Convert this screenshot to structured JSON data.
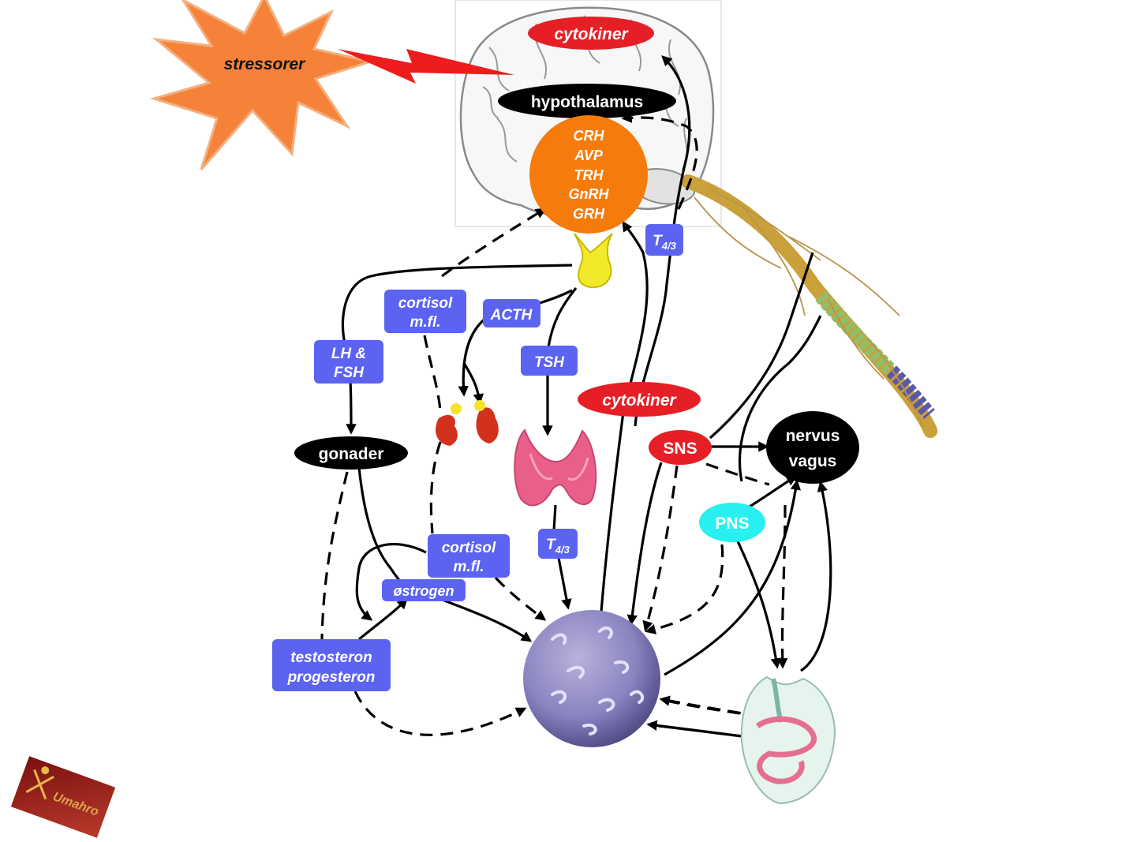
{
  "labels": {
    "stressorer": "stressorer",
    "cytokiner_top": "cytokiner",
    "hypothalamus": "hypothalamus",
    "hormones": [
      "CRH",
      "AVP",
      "TRH",
      "GnRH",
      "GRH"
    ],
    "t43_upper": "T4/3",
    "t43_lower": "T4/3",
    "cortisol_upper": [
      "cortisol",
      "m.fl."
    ],
    "acth": "ACTH",
    "lh_fsh": [
      "LH &",
      "FSH"
    ],
    "tsh": "TSH",
    "cytokiner_mid": "cytokiner",
    "gonader": "gonader",
    "sns": "SNS",
    "nervus_vagus": [
      "nervus",
      "vagus"
    ],
    "pns": "PNS",
    "cortisol_lower": [
      "cortisol",
      "m.fl."
    ],
    "ostrogen": "østrogen",
    "testosteron_progesteron": [
      "testosteron",
      "progesteron"
    ],
    "logo": "Umahro"
  },
  "colors": {
    "label_box": "#5b63f0",
    "red_ellipse": "#e51f25",
    "black_ellipse": "#000000",
    "orange_circle": "#f57c0c",
    "cyan_ellipse": "#28f0f0",
    "starburst": "#f6823a",
    "lightning": "#ee1c1c"
  },
  "icons": [
    "brain-icon",
    "pituitary-gland-icon",
    "adrenal-glands-icon",
    "thyroid-gland-icon",
    "spine-icon",
    "immune-cell-icon",
    "digestive-tract-icon",
    "logo-icon"
  ]
}
